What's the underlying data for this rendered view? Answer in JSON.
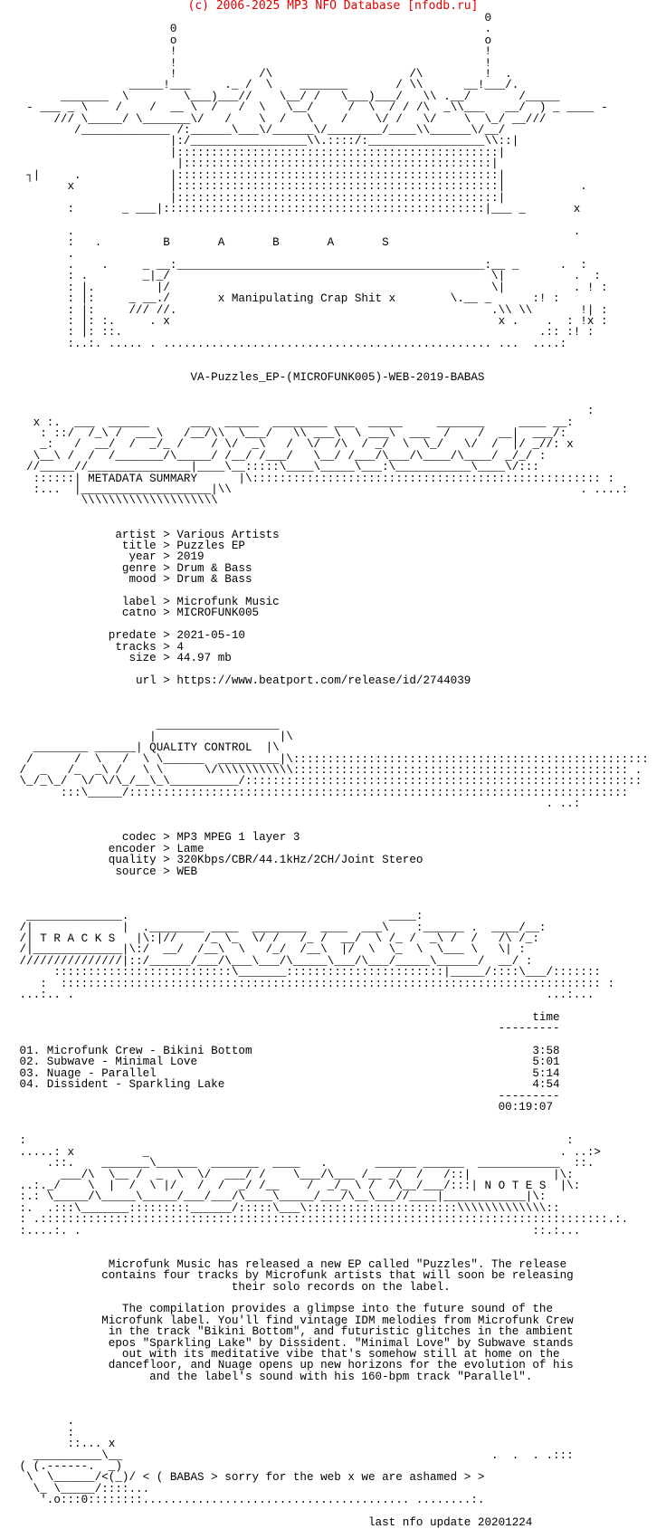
{
  "header": "(c) 2006-2025 MP3 NFO Database [nfodb.ru]",
  "release_name": "VA-Puzzles_EP-(MICROFUNK005)-WEB-2019-BABAS",
  "logo_letters": "B       A       B       A       S",
  "logo_tagline": "x Manipulating Crap Shit x",
  "metadata_title": "METADATA SUMMARY",
  "metadata": [
    {
      "key": "artist",
      "value": "Various Artists"
    },
    {
      "key": "title",
      "value": "Puzzles EP"
    },
    {
      "key": "year",
      "value": "2019"
    },
    {
      "key": "genre",
      "value": "Drum & Bass"
    },
    {
      "key": "mood",
      "value": "Drum & Bass"
    },
    {
      "key": "label",
      "value": "Microfunk Music"
    },
    {
      "key": "catno",
      "value": "MICROFUNK005"
    },
    {
      "key": "predate",
      "value": "2021-05-10"
    },
    {
      "key": "tracks",
      "value": "4"
    },
    {
      "key": "size",
      "value": "44.97 mb"
    },
    {
      "key": "url",
      "value": "https://www.beatport.com/release/id/2744039"
    }
  ],
  "quality_title": "QUALITY CONTROL",
  "quality": [
    {
      "key": "codec",
      "value": "MP3 MPEG 1 layer 3"
    },
    {
      "key": "encoder",
      "value": "Lame"
    },
    {
      "key": "quality",
      "value": "320Kbps/CBR/44.1kHz/2CH/Joint Stereo"
    },
    {
      "key": "source",
      "value": "WEB"
    }
  ],
  "tracks_title": "T R A C K S",
  "time_header": "time",
  "tracklist": [
    {
      "num": "01.",
      "title": "Microfunk Crew - Bikini Bottom",
      "time": "3:58"
    },
    {
      "num": "02.",
      "title": "Subwave - Minimal Love",
      "time": "5:01"
    },
    {
      "num": "03.",
      "title": "Nuage - Parallel",
      "time": "5:14"
    },
    {
      "num": "04.",
      "title": "Dissident - Sparkling Lake",
      "time": "4:54"
    }
  ],
  "total_time": "00:19:07",
  "notes_title": "N O T E S",
  "notes_p1": [
    "Microfunk Music has released a new EP called \"Puzzles\". The release",
    "contains four tracks by Microfunk artists that will soon be releasing",
    "their solo records on the label."
  ],
  "notes_p2": [
    "The compilation provides a glimpse into the future sound of the",
    "Microfunk label. You'll find vintage IDM melodies from Microfunk Crew",
    "in the track \"Bikini Bottom\", and futuristic glitches in the ambient",
    "epos \"Sparkling Lake\" by Dissident. \"Minimal Love\" by Subwave stands",
    "out with its meditative vibe that's somehow still at home on the",
    "dancefloor, and Nuage opens up new horizons for the evolution of his",
    "and the label's sound with his 160-bpm track \"Parallel\"."
  ],
  "footer_message": "< ( BABAS > sorry for the web x we are ashamed > >",
  "last_update": "last nfo update 20201224"
}
